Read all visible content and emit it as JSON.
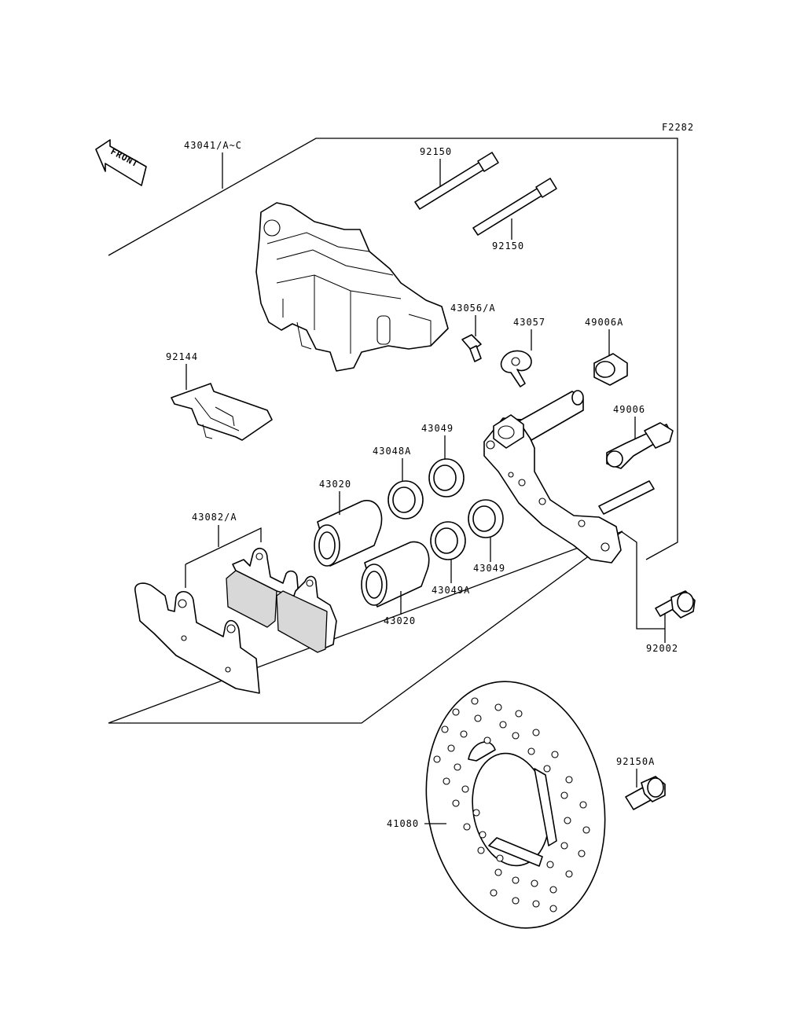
{
  "figure_code": "F2282",
  "front_label": "FRONT",
  "labels": {
    "p43041": "43041/A~C",
    "p92150_top": "92150",
    "p92150_bot": "92150",
    "p43056": "43056/A",
    "p43057": "43057",
    "p49006A": "49006A",
    "p92144": "92144",
    "p49006": "49006",
    "p43049_top": "43049",
    "p43048A": "43048A",
    "p43020_top": "43020",
    "p43049_right": "43049",
    "p43049A": "43049A",
    "p43020_bot": "43020",
    "p43082": "43082/A",
    "p92002": "92002",
    "p92150A": "92150A",
    "p41080": "41080"
  }
}
